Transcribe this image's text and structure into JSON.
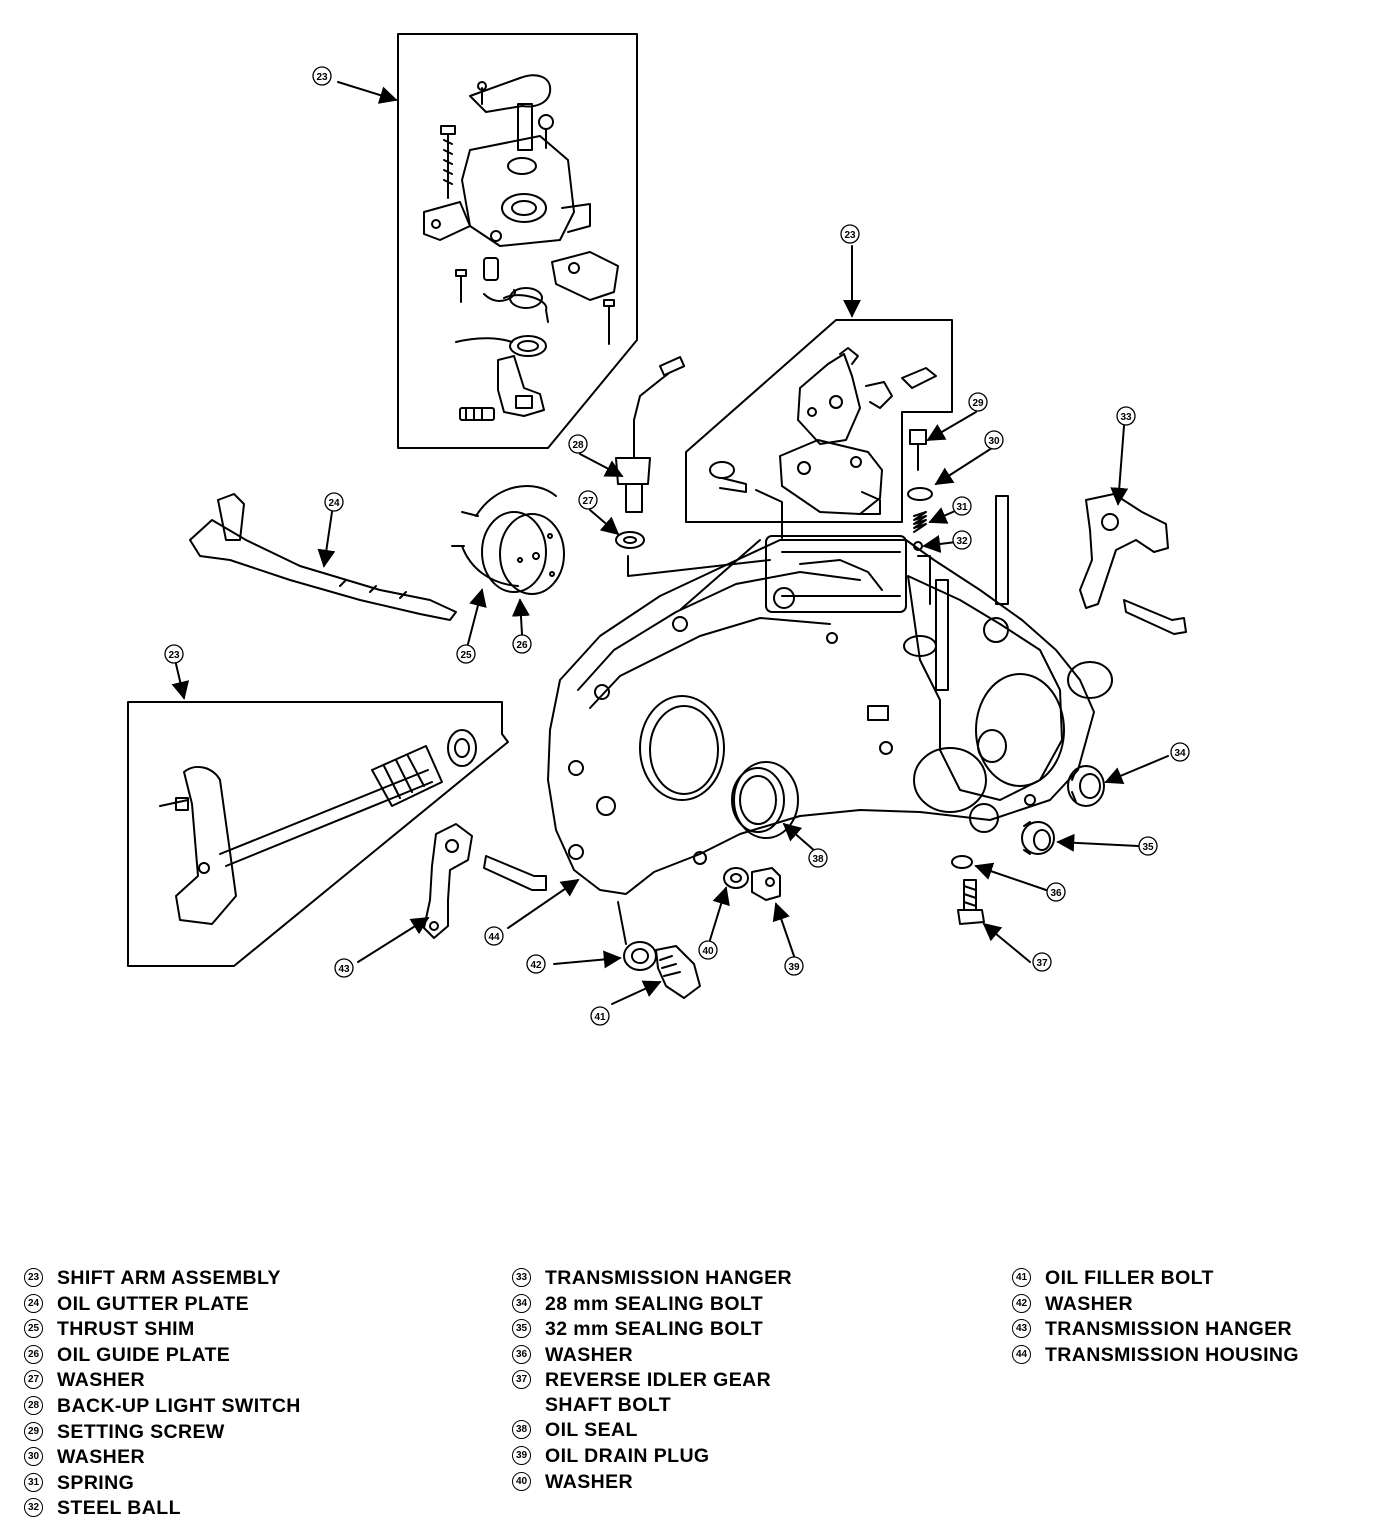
{
  "callouts": [
    "23",
    "23",
    "23",
    "24",
    "25",
    "26",
    "27",
    "28",
    "29",
    "30",
    "31",
    "32",
    "33",
    "34",
    "35",
    "36",
    "37",
    "38",
    "39",
    "40",
    "41",
    "42",
    "43",
    "44"
  ],
  "legend": {
    "col1": [
      {
        "num": "23",
        "label": "SHIFT ARM ASSEMBLY"
      },
      {
        "num": "24",
        "label": "OIL GUTTER PLATE"
      },
      {
        "num": "25",
        "label": "THRUST SHIM"
      },
      {
        "num": "26",
        "label": "OIL GUIDE PLATE"
      },
      {
        "num": "27",
        "label": "WASHER"
      },
      {
        "num": "28",
        "label": "BACK-UP LIGHT SWITCH"
      },
      {
        "num": "29",
        "label": "SETTING SCREW"
      },
      {
        "num": "30",
        "label": "WASHER"
      },
      {
        "num": "31",
        "label": "SPRING"
      },
      {
        "num": "32",
        "label": "STEEL BALL"
      }
    ],
    "col2": [
      {
        "num": "33",
        "label": "TRANSMISSION HANGER"
      },
      {
        "num": "34",
        "label": "28 mm SEALING BOLT"
      },
      {
        "num": "35",
        "label": "32 mm SEALING BOLT"
      },
      {
        "num": "36",
        "label": "WASHER"
      },
      {
        "num": "37",
        "label": "REVERSE IDLER GEAR\nSHAFT BOLT"
      },
      {
        "num": "38",
        "label": "OIL SEAL"
      },
      {
        "num": "39",
        "label": "OIL DRAIN PLUG"
      },
      {
        "num": "40",
        "label": "WASHER"
      }
    ],
    "col3": [
      {
        "num": "41",
        "label": "OIL FILLER BOLT"
      },
      {
        "num": "42",
        "label": "WASHER"
      },
      {
        "num": "43",
        "label": "TRANSMISSION HANGER"
      },
      {
        "num": "44",
        "label": "TRANSMISSION HOUSING"
      }
    ]
  }
}
